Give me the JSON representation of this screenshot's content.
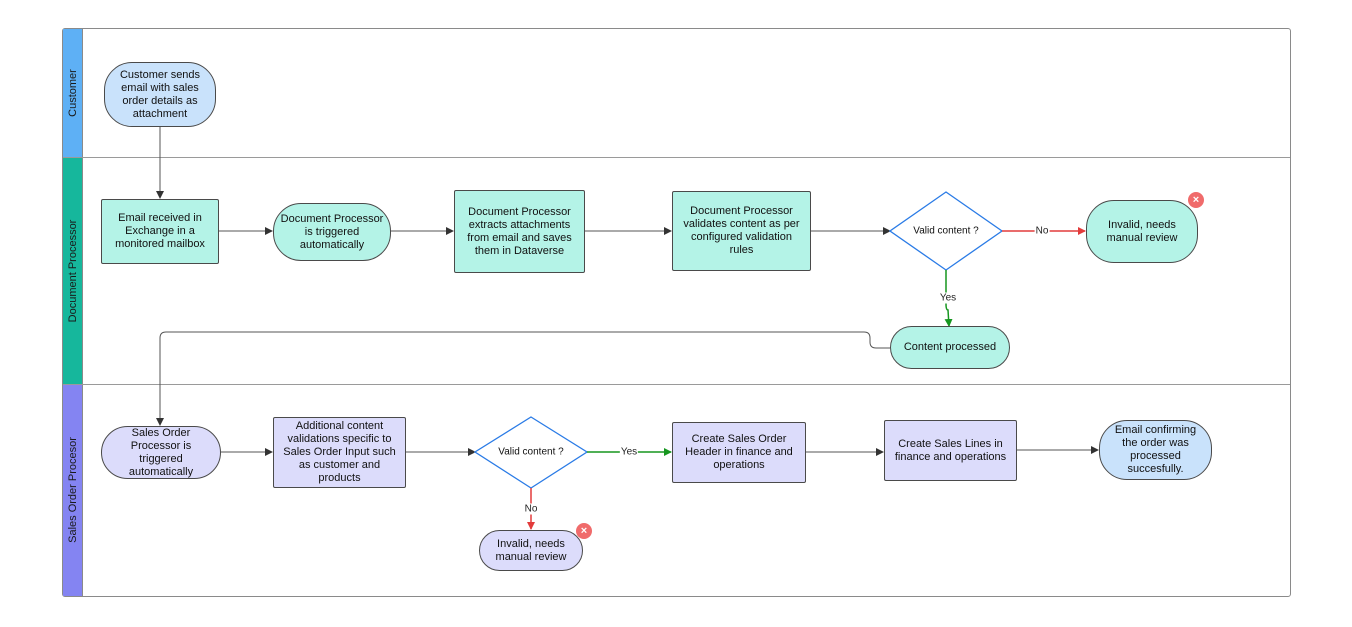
{
  "lanes": {
    "customer": "Customer",
    "document_processor": "Document Processor",
    "sales_order_processor": "Sales Order Procesor"
  },
  "nodes": {
    "customer_sends": "Customer sends email with sales order details as attachment",
    "email_received": "Email received in Exchange in a monitored mailbox",
    "doc_triggered": "Document Processor is triggered automatically",
    "doc_extracts": "Document Processor extracts attachments from email and saves them in Dataverse",
    "doc_validates": "Document Processor validates content as per configured validation rules",
    "valid_content_1": "Valid content ?",
    "invalid_review_1": "Invalid, needs manual review",
    "content_processed": "Content processed",
    "sales_triggered": "Sales Order Processor is triggered automatically",
    "additional_validations": "Additional content validations specific to Sales Order Input such as customer and products",
    "valid_content_2": "Valid content ?",
    "create_header": "Create Sales Order Header in finance and operations",
    "create_lines": "Create Sales Lines in finance and operations",
    "email_confirming": "Email confirming the order was processed succesfully.",
    "invalid_review_2": "Invalid, needs manual review"
  },
  "edge_labels": {
    "no_1": "No",
    "yes_1": "Yes",
    "yes_2": "Yes",
    "no_2": "No"
  },
  "badges": {
    "error_icon": "close-x-icon",
    "error_glyph": "×"
  },
  "colors": {
    "customer_lane": "#5eb0f5",
    "document_lane": "#16b79c",
    "sales_lane": "#8484f2",
    "yes_path": "#16961f",
    "no_path": "#e23b3b",
    "decision_border": "#2a7be6"
  }
}
